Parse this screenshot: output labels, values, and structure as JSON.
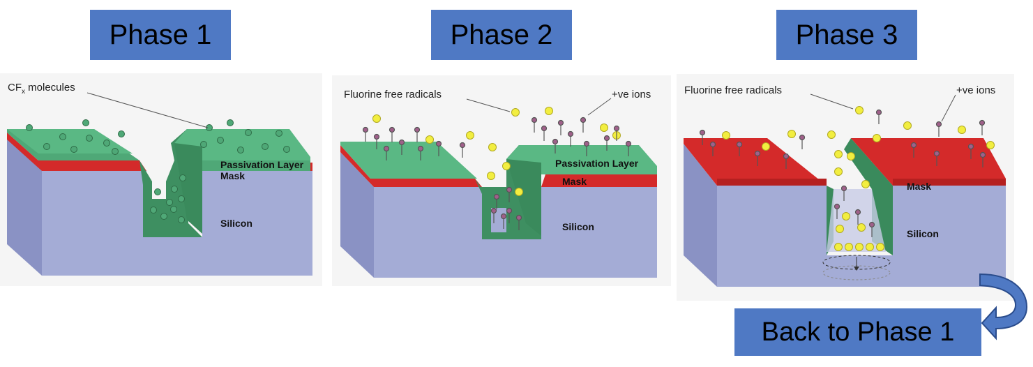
{
  "phases": [
    {
      "title": "Phase 1",
      "callouts": {
        "molecules": "molecules"
      },
      "layers": {
        "passivation": "Passivation Layer",
        "mask": "Mask",
        "silicon": "Silicon"
      }
    },
    {
      "title": "Phase 2",
      "callouts": {
        "radicals": "Fluorine free radicals",
        "ions": "+ve ions"
      },
      "layers": {
        "passivation": "Passivation Layer",
        "mask": "Mask",
        "silicon": "Silicon"
      }
    },
    {
      "title": "Phase 3",
      "callouts": {
        "radicals": "Fluorine free radicals",
        "ions": "+ve ions"
      },
      "layers": {
        "mask": "Mask",
        "silicon": "Silicon"
      }
    }
  ],
  "cfx": {
    "main": "CF",
    "sub": "x"
  },
  "back_button": {
    "label": "Back to Phase 1"
  },
  "colors": {
    "title_bg": "#4f79c4",
    "passivation": "#4fa877",
    "mask": "#d42a2a",
    "silicon": "#a4acd6",
    "radical": "#f2ee40",
    "ion": "#a0608a"
  }
}
